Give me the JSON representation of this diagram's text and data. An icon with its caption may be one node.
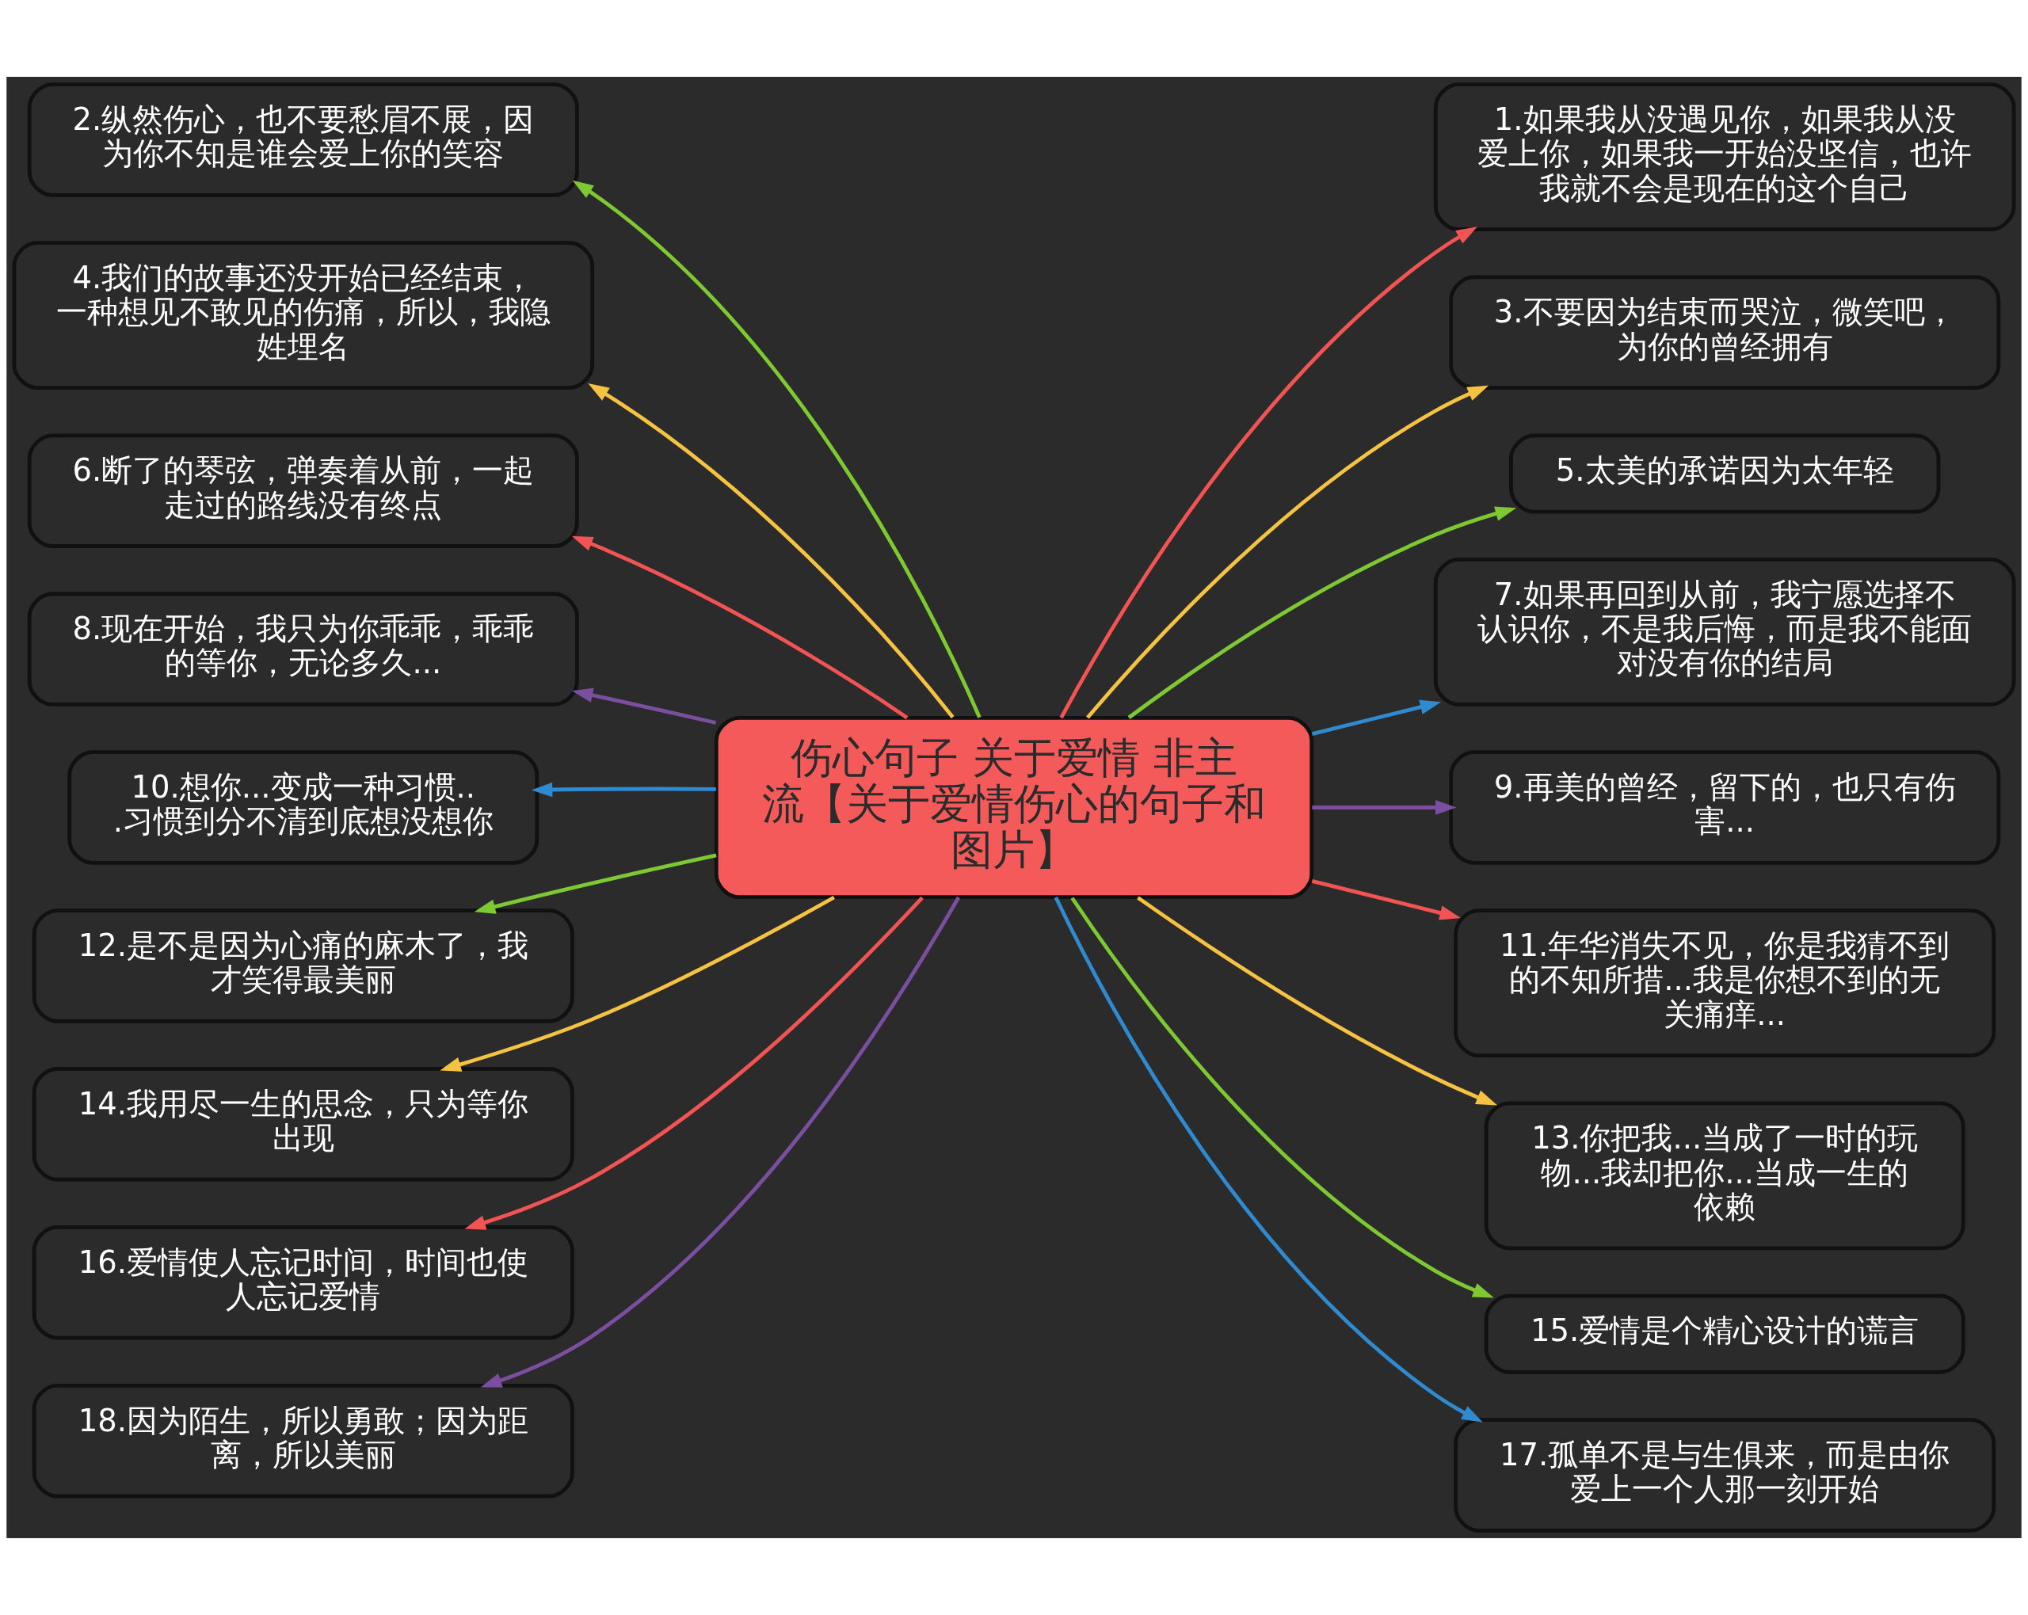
{
  "diagram": {
    "nodes": [
      {
        "text": [
          "伤心句子 关于爱情 非主流【关于爱情伤心的句子和图片】"
        ]
      },
      {
        "text": [
          "1.如果我从没遇见你，如果我从没爱上你，如果我一开始没坚信，也许我就不会是现在的这个自己"
        ]
      },
      {
        "text": [
          "2.纵然伤心，也不要愁眉不展，因为你不知是谁会爱上你的笑容"
        ]
      },
      {
        "text": [
          "3.不要因为结束而哭泣，微笑吧，为你的曾经拥有"
        ]
      },
      {
        "text": [
          "4.我们的故事还没开始已经结束，一种想见不敢见的伤痛，所以，我隐姓埋名"
        ]
      },
      {
        "text": [
          "5.太美的承诺因为太年轻"
        ]
      },
      {
        "text": [
          "6.断了的琴弦，弹奏着从前，一起走过的路线没有终点"
        ]
      },
      {
        "text": [
          "7.如果再回到从前，我宁愿选择不认识你，不是我后悔，而是我不能面对没有你的结局"
        ]
      },
      {
        "text": [
          "8.现在开始，我只为你乖乖，乖乖的等你，无论多久..."
        ]
      },
      {
        "text": [
          "9.再美的曾经，留下的，也只有伤害..."
        ]
      },
      {
        "text": [
          "10.想你...变成一种习惯...习惯到分不清到底想没想你"
        ]
      },
      {
        "text": [
          "11.年华消失不见，你是我猜不到的不知所措...我是你想不到的无关痛痒..."
        ]
      },
      {
        "text": [
          "12.是不是因为心痛的麻木了，我才笑得最美丽"
        ]
      },
      {
        "text": [
          "13.你把我...当成了一时的玩物...我却把你...当成一生的依赖"
        ]
      },
      {
        "text": [
          "14.我用尽一生的思念，只为等你出现"
        ]
      },
      {
        "text": [
          "15.爱情是个精心设计的谎言"
        ]
      },
      {
        "text": [
          "16.爱情使人忘记时间，时间也使人忘记爱情"
        ]
      },
      {
        "text": [
          "17.孤单不是与生俱来，而是由你爱上一个人那一刻开始"
        ]
      },
      {
        "text": [
          "18.因为陌生，所以勇敢；因为距离，所以美丽"
        ]
      }
    ],
    "edges": [
      {
        "from": 0,
        "to": 1,
        "arrow": "to",
        "color": "#f25454"
      },
      {
        "from": 0,
        "to": 2,
        "arrow": "to",
        "color": "#7ec832"
      },
      {
        "from": 0,
        "to": 3,
        "arrow": "to",
        "color": "#f5c242"
      },
      {
        "from": 0,
        "to": 4,
        "arrow": "to",
        "color": "#f5c242"
      },
      {
        "from": 0,
        "to": 5,
        "arrow": "to",
        "color": "#7ec832"
      },
      {
        "from": 0,
        "to": 6,
        "arrow": "to",
        "color": "#f25454"
      },
      {
        "from": 0,
        "to": 7,
        "arrow": "to",
        "color": "#2f8ad0"
      },
      {
        "from": 0,
        "to": 8,
        "arrow": "to",
        "color": "#7b4fa0"
      },
      {
        "from": 0,
        "to": 9,
        "arrow": "to",
        "color": "#7b4fa0"
      },
      {
        "from": 0,
        "to": 10,
        "arrow": "to",
        "color": "#2f8ad0"
      },
      {
        "from": 0,
        "to": 11,
        "arrow": "to",
        "color": "#f25454"
      },
      {
        "from": 0,
        "to": 12,
        "arrow": "to",
        "color": "#7ec832"
      },
      {
        "from": 0,
        "to": 13,
        "arrow": "to",
        "color": "#f5c242"
      },
      {
        "from": 0,
        "to": 14,
        "arrow": "to",
        "color": "#f5c242"
      },
      {
        "from": 0,
        "to": 15,
        "arrow": "to",
        "color": "#7ec832"
      },
      {
        "from": 0,
        "to": 16,
        "arrow": "to",
        "color": "#f25454"
      },
      {
        "from": 0,
        "to": 17,
        "arrow": "to",
        "color": "#2f8ad0"
      },
      {
        "from": 0,
        "to": 18,
        "arrow": "to",
        "color": "#7b4fa0"
      }
    ]
  }
}
